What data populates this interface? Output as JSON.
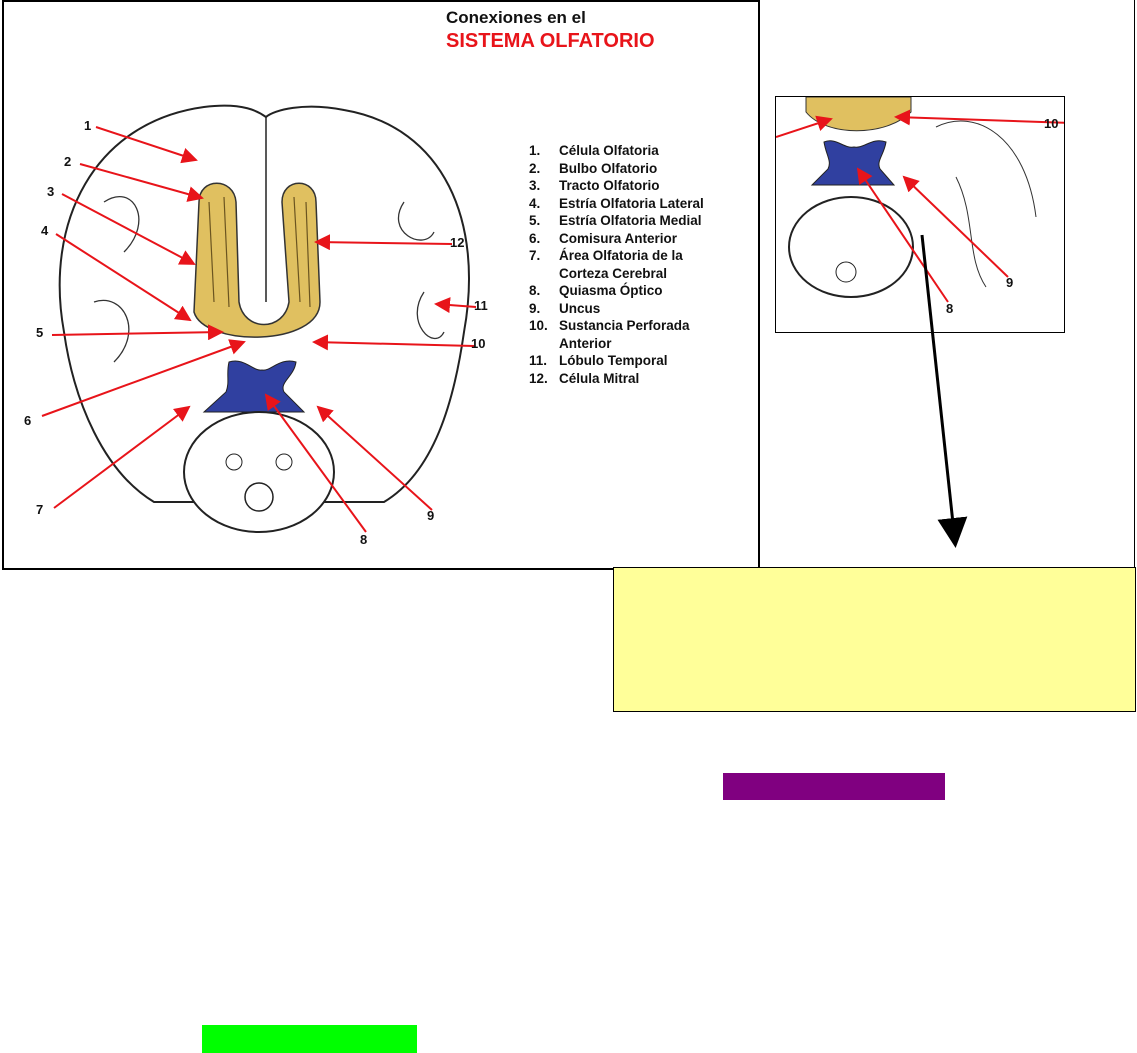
{
  "title": {
    "line1": "Conexiones en el",
    "line2": "SISTEMA OLFATORIO"
  },
  "legend": [
    {
      "n": "1.",
      "label": "Célula Olfatoria"
    },
    {
      "n": "2.",
      "label": "Bulbo Olfatorio"
    },
    {
      "n": "3.",
      "label": "Tracto Olfatorio"
    },
    {
      "n": "4.",
      "label": "Estría Olfatoria Lateral"
    },
    {
      "n": "5.",
      "label": "Estría Olfatoria Medial"
    },
    {
      "n": "6.",
      "label": "Comisura Anterior"
    },
    {
      "n": "7.",
      "label": "Área Olfatoria de la"
    },
    {
      "n": "",
      "label": "Corteza Cerebral"
    },
    {
      "n": "8.",
      "label": "Quiasma Óptico"
    },
    {
      "n": "9.",
      "label": "Uncus"
    },
    {
      "n": "10.",
      "label": "Sustancia Perforada"
    },
    {
      "n": "",
      "label": "Anterior"
    },
    {
      "n": "11.",
      "label": "Lóbulo Temporal"
    },
    {
      "n": "12.",
      "label": "Célula Mitral"
    }
  ],
  "labels": {
    "l1": "1",
    "l2": "2",
    "l3": "3",
    "l4": "4",
    "l5": "5",
    "l6": "6",
    "l7": "7",
    "l8": "8",
    "l9": "9",
    "l10": "10",
    "l11": "11",
    "l12": "12"
  },
  "inset_labels": {
    "l8": "8",
    "l9": "9",
    "l10": "10"
  },
  "colors": {
    "arrow": "#e8141a",
    "bulb": "#e0c060",
    "chiasm": "#3040a0",
    "note": "#ffff99",
    "purple": "#800080",
    "green": "#00ff00"
  }
}
